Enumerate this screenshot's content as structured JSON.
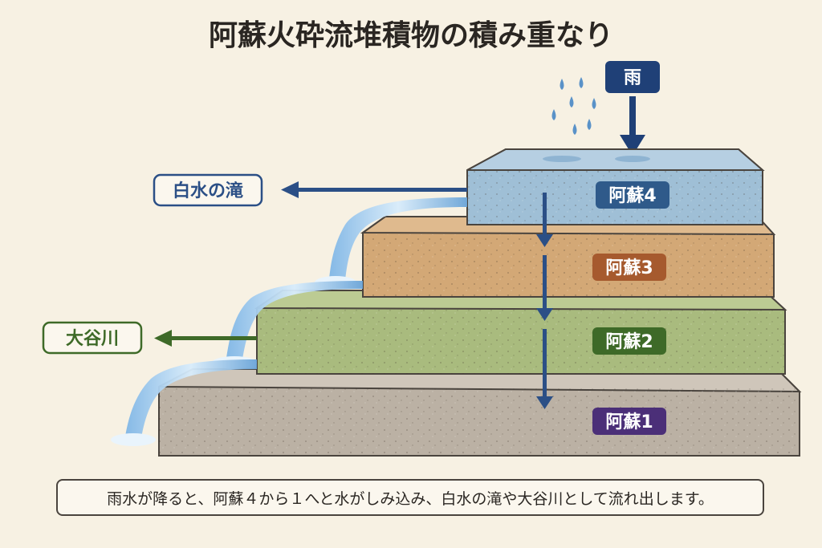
{
  "title": "阿蘇火砕流堆積物の積み重なり",
  "rain_label": "雨",
  "layers": [
    {
      "label": "阿蘇4",
      "color": "#9fbfd6",
      "side": "#7f9fb8",
      "badge": "#2f5a8a"
    },
    {
      "label": "阿蘇3",
      "color": "#d3a876",
      "side": "#b88c5c",
      "badge": "#a65a2e"
    },
    {
      "label": "阿蘇2",
      "color": "#a9bb7e",
      "side": "#8d9f64",
      "badge": "#3e6a28"
    },
    {
      "label": "阿蘇1",
      "color": "#bbb1a4",
      "side": "#9e9487",
      "badge": "#4b2f78"
    }
  ],
  "outlets": [
    {
      "label": "白水の滝",
      "color": "#2b4f86"
    },
    {
      "label": "大谷川",
      "color": "#3e6a28"
    }
  ],
  "caption": "雨水が降ると、阿蘇４から１へと水がしみ込み、白水の滝や大谷川として流れ出します。"
}
